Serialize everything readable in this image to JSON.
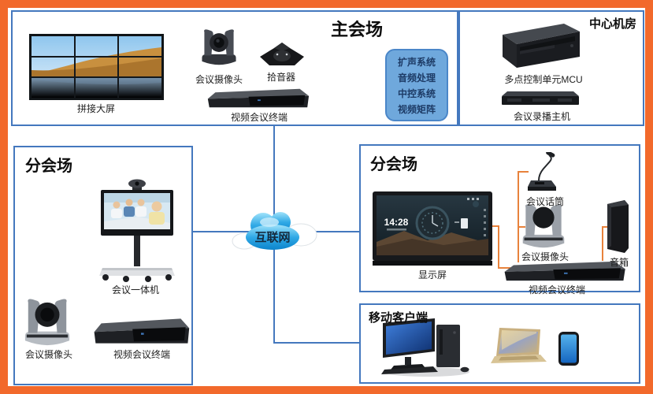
{
  "colors": {
    "frame": "#F2692B",
    "box_border": "#4478BE",
    "link_blue": "#4478BE",
    "link_orange": "#E8823C",
    "systems_fill": "#6FA8DC",
    "systems_text": "#1D3B66"
  },
  "cloud": {
    "label": "互联网"
  },
  "main_venue": {
    "title": "主会场",
    "splicing_screen": "拼接大屏",
    "camera": "会议摄像头",
    "pickup": "拾音器",
    "terminal": "视频会议终端",
    "systems": [
      "扩声系统",
      "音频处理",
      "中控系统",
      "视频矩阵"
    ]
  },
  "center_room": {
    "title": "中心机房",
    "mcu": "多点控制单元MCU",
    "recorder": "会议录播主机"
  },
  "branch_left": {
    "title": "分会场",
    "aio": "会议一体机",
    "camera": "会议摄像头",
    "terminal": "视频会议终端"
  },
  "branch_right": {
    "title": "分会场",
    "display": "显示屏",
    "display_time": "14:28",
    "mic": "会议话筒",
    "camera": "会议摄像头",
    "speaker": "音箱",
    "terminal": "视频会议终端"
  },
  "mobile": {
    "title": "移动客户端"
  }
}
